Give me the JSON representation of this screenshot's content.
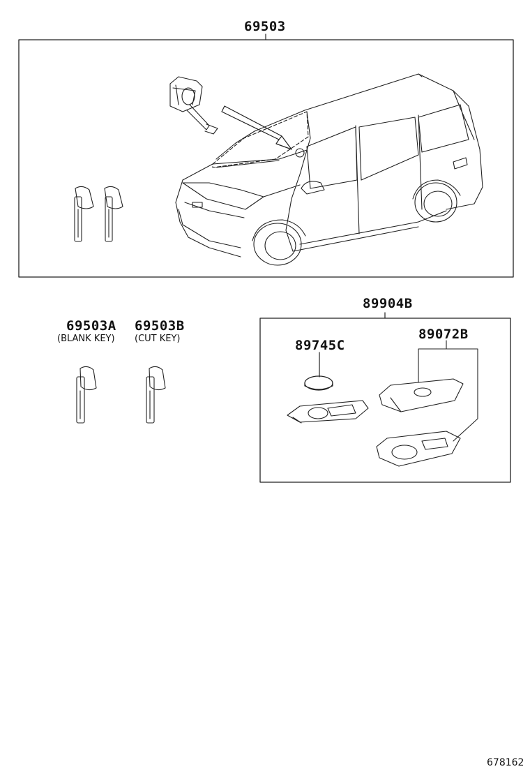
{
  "labels": {
    "assembly": "69503",
    "blank_key": "69503A",
    "blank_key_note": "(BLANK KEY)",
    "cut_key": "69503B",
    "cut_key_note": "(CUT KEY)",
    "transmitter_assy": "89904B",
    "battery": "89745C",
    "housing": "89072B"
  },
  "illustration_code": "678162"
}
